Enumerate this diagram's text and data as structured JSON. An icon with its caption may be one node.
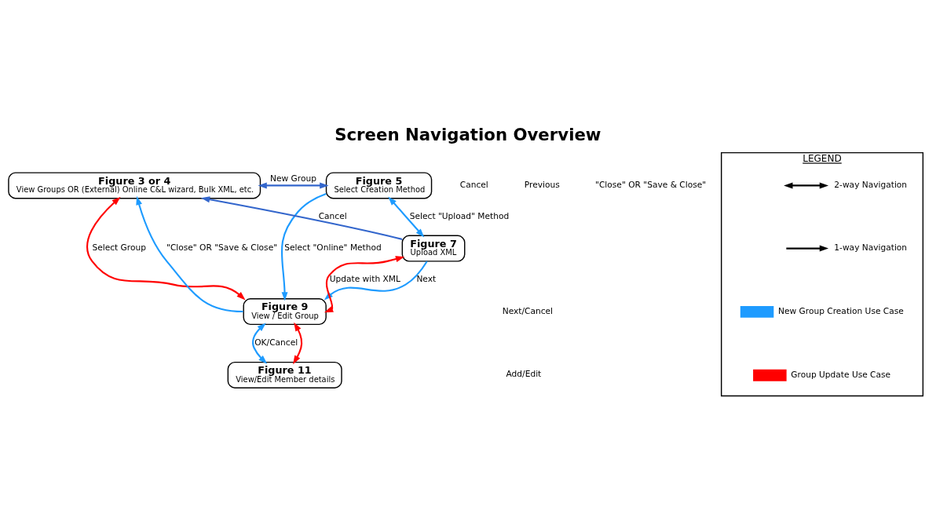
{
  "diagram": {
    "title": "Screen Navigation Overview",
    "nodes": [
      {
        "text": [
          "Figure 3 or 4",
          "View Groups OR (External) Online C&L wizard, Bulk XML, etc."
        ]
      },
      {
        "text": [
          "Figure 5",
          "Select Creation Method"
        ]
      },
      {
        "text": [
          "Figure 7",
          "Upload XML"
        ]
      },
      {
        "text": [
          "Figure 9",
          "View / Edit Group"
        ]
      },
      {
        "text": [
          "Figure 11",
          "View/Edit Member details"
        ]
      },
      {
        "text": [
          "LEGEND"
        ]
      }
    ],
    "edges": [
      {
        "from": 2,
        "to": 0,
        "arrow": "to",
        "label": "Cancel",
        "color": "#3366cc"
      },
      {
        "from": 0,
        "to": 1,
        "arrow": "both",
        "label": "New Group",
        "color": "#3366cc"
      },
      {
        "from": 1,
        "to": 2,
        "arrow": "both",
        "label": "Select \"Upload\" Method"
      },
      {
        "from": 1,
        "to": 3,
        "arrow": "to",
        "label": "Select \"Online\" Method"
      },
      {
        "from": 3,
        "to": 0,
        "arrow": "to",
        "label": "\"Close\" OR \"Save & Close\""
      },
      {
        "from": 0,
        "to": 3,
        "arrow": "both",
        "label": "Select Group",
        "color": "#ff0000"
      },
      {
        "from": 2,
        "to": 3,
        "arrow": "to",
        "label": "Next"
      },
      {
        "from": 3,
        "to": 2,
        "arrow": "both",
        "label": "Update with XML",
        "color": "#ff0000"
      },
      {
        "from": 3,
        "to": 4,
        "arrow": "both",
        "label": "OK/Cancel"
      },
      {
        "from": 3,
        "to": 4,
        "arrow": "both",
        "color": "#ff0000"
      }
    ],
    "labels": [
      "Cancel",
      "Previous",
      "\"Close\" OR \"Save & Close\"",
      "Next/Cancel",
      "Add/Edit"
    ],
    "legend": [
      {
        "text": "2-way Navigation"
      },
      {
        "text": "1-way Navigation"
      },
      {
        "text": "New Group Creation Use Case",
        "color": "#1e9bff"
      },
      {
        "text": "Group Update Use Case",
        "color": "#ff0000"
      }
    ]
  }
}
